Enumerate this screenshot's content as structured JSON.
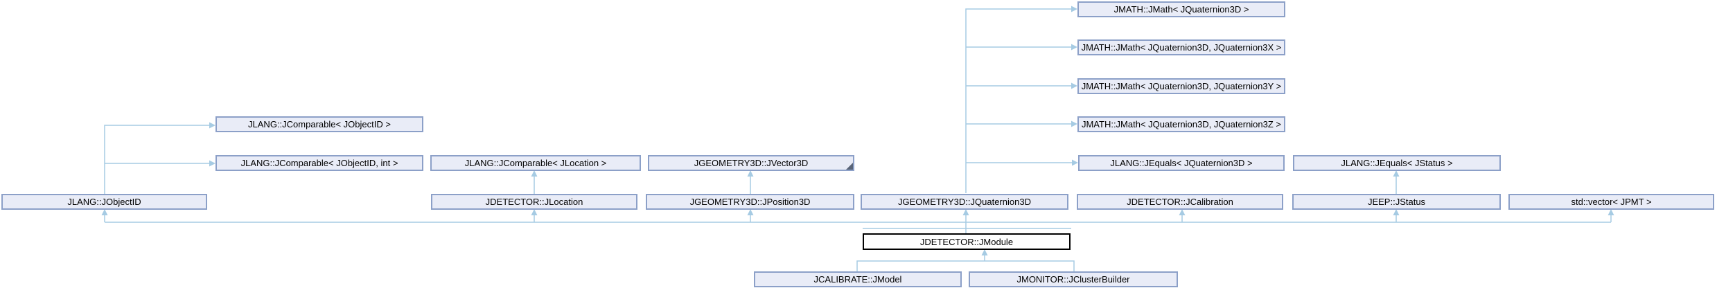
{
  "diagram": {
    "kind": "class-inheritance-graph",
    "focus_class": "JDETECTOR::JModule",
    "colors": {
      "node_fill": "#e9ecf7",
      "node_border": "#8ca0c8",
      "focus_fill": "#fefefe",
      "focus_border": "#000000",
      "edge": "#a6cbe3",
      "fold_marker": "#5a6578",
      "text": "#000000",
      "background": "#ffffff"
    },
    "nodes": [
      {
        "id": "jmath-jquaternion3d",
        "label": "JMATH::JMath< JQuaternion3D >"
      },
      {
        "id": "jmath-jquaternion3d-3x",
        "label": "JMATH::JMath< JQuaternion3D, JQuaternion3X >"
      },
      {
        "id": "jmath-jquaternion3d-3y",
        "label": "JMATH::JMath< JQuaternion3D, JQuaternion3Y >"
      },
      {
        "id": "jmath-jquaternion3d-3z",
        "label": "JMATH::JMath< JQuaternion3D, JQuaternion3Z >"
      },
      {
        "id": "jcomparable-jobjectid",
        "label": "JLANG::JComparable< JObjectID >"
      },
      {
        "id": "jcomparable-jobjectid-int",
        "label": "JLANG::JComparable< JObjectID, int >"
      },
      {
        "id": "jcomparable-jlocation",
        "label": "JLANG::JComparable< JLocation >"
      },
      {
        "id": "jgeometry3d-jvector3d",
        "label": "JGEOMETRY3D::JVector3D",
        "truncated": true
      },
      {
        "id": "jequals-jquaternion3d",
        "label": "JLANG::JEquals< JQuaternion3D >"
      },
      {
        "id": "jequals-jstatus",
        "label": "JLANG::JEquals< JStatus >"
      },
      {
        "id": "jlang-jobjectid",
        "label": "JLANG::JObjectID"
      },
      {
        "id": "jdetector-jlocation",
        "label": "JDETECTOR::JLocation"
      },
      {
        "id": "jgeometry3d-jposition3d",
        "label": "JGEOMETRY3D::JPosition3D"
      },
      {
        "id": "jgeometry3d-jquaternion3d",
        "label": "JGEOMETRY3D::JQuaternion3D"
      },
      {
        "id": "jdetector-jcalibration",
        "label": "JDETECTOR::JCalibration"
      },
      {
        "id": "jeep-jstatus",
        "label": "JEEP::JStatus"
      },
      {
        "id": "std-vector-jpmt",
        "label": "std::vector< JPMT >"
      },
      {
        "id": "jdetector-jmodule",
        "label": "JDETECTOR::JModule",
        "focus": true
      },
      {
        "id": "jcalibrate-jmodel",
        "label": "JCALIBRATE::JModel"
      },
      {
        "id": "jmonitor-jclusterbuilder",
        "label": "JMONITOR::JClusterBuilder"
      }
    ],
    "edges": [
      {
        "from": "JGEOMETRY3D::JQuaternion3D",
        "to": "JMATH::JMath< JQuaternion3D >"
      },
      {
        "from": "JGEOMETRY3D::JQuaternion3D",
        "to": "JMATH::JMath< JQuaternion3D, JQuaternion3X >"
      },
      {
        "from": "JGEOMETRY3D::JQuaternion3D",
        "to": "JMATH::JMath< JQuaternion3D, JQuaternion3Y >"
      },
      {
        "from": "JGEOMETRY3D::JQuaternion3D",
        "to": "JMATH::JMath< JQuaternion3D, JQuaternion3Z >"
      },
      {
        "from": "JGEOMETRY3D::JQuaternion3D",
        "to": "JLANG::JEquals< JQuaternion3D >"
      },
      {
        "from": "JLANG::JObjectID",
        "to": "JLANG::JComparable< JObjectID >"
      },
      {
        "from": "JLANG::JObjectID",
        "to": "JLANG::JComparable< JObjectID, int >"
      },
      {
        "from": "JDETECTOR::JLocation",
        "to": "JLANG::JComparable< JLocation >"
      },
      {
        "from": "JGEOMETRY3D::JPosition3D",
        "to": "JGEOMETRY3D::JVector3D"
      },
      {
        "from": "JEEP::JStatus",
        "to": "JLANG::JEquals< JStatus >"
      },
      {
        "from": "JDETECTOR::JModule",
        "to": "JLANG::JObjectID"
      },
      {
        "from": "JDETECTOR::JModule",
        "to": "JDETECTOR::JLocation"
      },
      {
        "from": "JDETECTOR::JModule",
        "to": "JGEOMETRY3D::JPosition3D"
      },
      {
        "from": "JDETECTOR::JModule",
        "to": "JGEOMETRY3D::JQuaternion3D"
      },
      {
        "from": "JDETECTOR::JModule",
        "to": "JDETECTOR::JCalibration"
      },
      {
        "from": "JDETECTOR::JModule",
        "to": "JEEP::JStatus"
      },
      {
        "from": "JDETECTOR::JModule",
        "to": "std::vector< JPMT >"
      },
      {
        "from": "JCALIBRATE::JModel",
        "to": "JDETECTOR::JModule"
      },
      {
        "from": "JMONITOR::JClusterBuilder",
        "to": "JDETECTOR::JModule"
      }
    ]
  }
}
